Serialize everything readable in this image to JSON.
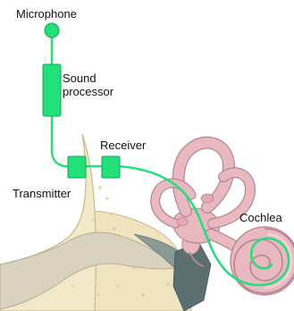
{
  "diagram": {
    "labels": {
      "microphone": "Microphone",
      "sound_processor": "Sound processor",
      "receiver": "Receiver",
      "transmitter": "Transmitter",
      "cochlea": "Cochlea"
    },
    "colors": {
      "device_green": "#22e07a",
      "device_stroke": "#10a852",
      "cochlea_pink": "#e9b9c2",
      "cochlea_stroke": "#b98591",
      "bone": "#f2e9c8",
      "bone_stroke": "#c9b98a",
      "skin": "#d8d2bf",
      "canal_dark": "#5b6f6f"
    }
  }
}
